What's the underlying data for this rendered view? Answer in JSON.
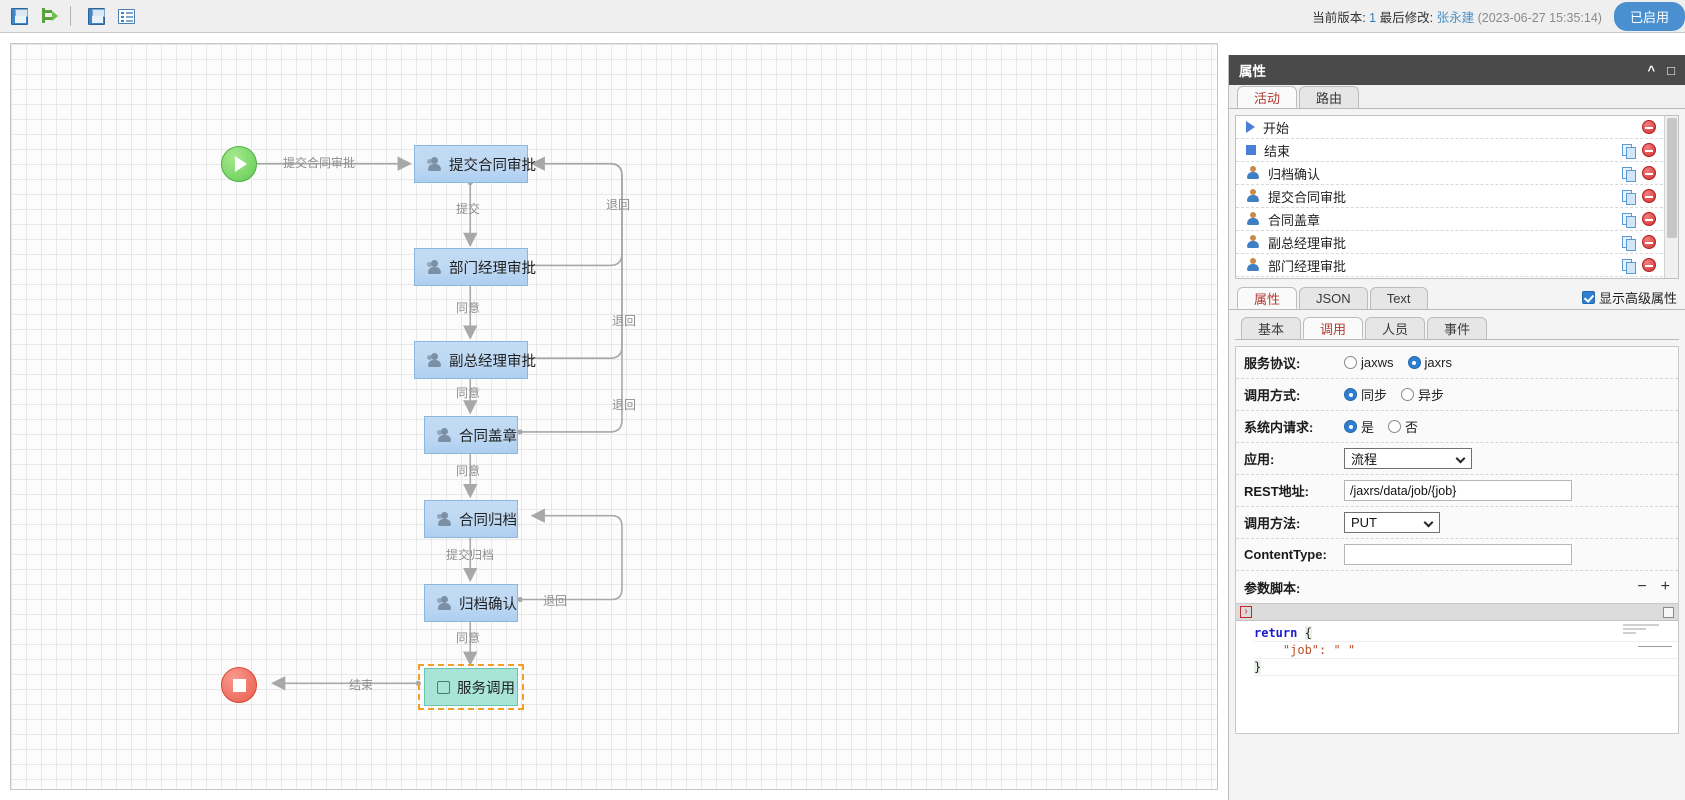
{
  "toolbar": {
    "buttons": [
      {
        "name": "save-button",
        "icon": "save-icon",
        "title": "保存"
      },
      {
        "name": "deploy-button",
        "icon": "export-icon",
        "title": "发布"
      },
      {
        "name": "save-as-button",
        "icon": "save-as-icon",
        "title": "另存为"
      },
      {
        "name": "list-button",
        "icon": "list-icon",
        "title": "列表"
      }
    ],
    "version_prefix": "当前版本:",
    "version_number": "1",
    "modified_prefix": "最后修改:",
    "modified_user": "张永建",
    "modified_date": "(2023-06-27 15:35:14)",
    "status_pill": "已启用"
  },
  "diagram": {
    "start_node": {
      "label": "",
      "icon": "play-icon"
    },
    "end_node": {
      "label": "",
      "icon": "stop-icon"
    },
    "nodes": [
      {
        "id": "n1",
        "label": "提交合同审批",
        "type": "user-task"
      },
      {
        "id": "n2",
        "label": "部门经理审批",
        "type": "user-task"
      },
      {
        "id": "n3",
        "label": "副总经理审批",
        "type": "user-task"
      },
      {
        "id": "n4",
        "label": "合同盖章",
        "type": "user-task"
      },
      {
        "id": "n5",
        "label": "合同归档",
        "type": "user-task"
      },
      {
        "id": "n6",
        "label": "归档确认",
        "type": "user-task"
      },
      {
        "id": "n7",
        "label": "服务调用",
        "type": "service-task",
        "selected": true
      }
    ],
    "edges": [
      {
        "label": "提交合同审批",
        "from": "start",
        "to": "n1"
      },
      {
        "label": "提交",
        "from": "n1",
        "to": "n2"
      },
      {
        "label": "同意",
        "from": "n2",
        "to": "n3"
      },
      {
        "label": "同意",
        "from": "n3",
        "to": "n4"
      },
      {
        "label": "同意",
        "from": "n4",
        "to": "n5"
      },
      {
        "label": "提交归档",
        "from": "n5",
        "to": "n6"
      },
      {
        "label": "同意",
        "from": "n6",
        "to": "n7"
      },
      {
        "label": "结束",
        "from": "n7",
        "to": "end"
      },
      {
        "label": "退回",
        "from": "n2",
        "to": "n1"
      },
      {
        "label": "退回",
        "from": "n3",
        "to": "n1"
      },
      {
        "label": "退回",
        "from": "n4",
        "to": "n1"
      },
      {
        "label": "退回",
        "from": "n6",
        "to": "n5"
      }
    ]
  },
  "panel": {
    "title": "属性",
    "header_icons": [
      "collapse-icon",
      "maximize-icon"
    ],
    "top_tabs": [
      {
        "label": "活动",
        "active": true
      },
      {
        "label": "路由",
        "active": false
      }
    ],
    "activities": [
      {
        "label": "开始",
        "icon": "start-icon",
        "copy": false,
        "delete": true
      },
      {
        "label": "结束",
        "icon": "end-icon",
        "copy": true,
        "delete": true
      },
      {
        "label": "归档确认",
        "icon": "person-icon",
        "copy": true,
        "delete": true
      },
      {
        "label": "提交合同审批",
        "icon": "person-icon",
        "copy": true,
        "delete": true
      },
      {
        "label": "合同盖章",
        "icon": "person-icon",
        "copy": true,
        "delete": true
      },
      {
        "label": "副总经理审批",
        "icon": "person-icon",
        "copy": true,
        "delete": true
      },
      {
        "label": "部门经理审批",
        "icon": "person-icon",
        "copy": true,
        "delete": true
      }
    ],
    "mid_tabs": [
      {
        "label": "属性",
        "active": true
      },
      {
        "label": "JSON",
        "active": false
      },
      {
        "label": "Text",
        "active": false
      }
    ],
    "advanced_checkbox": {
      "label": "显示高级属性",
      "checked": true
    },
    "sub_tabs": [
      {
        "label": "基本",
        "active": false
      },
      {
        "label": "调用",
        "active": true
      },
      {
        "label": "人员",
        "active": false
      },
      {
        "label": "事件",
        "active": false
      }
    ],
    "form": {
      "protocol": {
        "label": "服务协议:",
        "options": [
          {
            "label": "jaxws",
            "selected": false
          },
          {
            "label": "jaxrs",
            "selected": true
          }
        ]
      },
      "invoke_mode": {
        "label": "调用方式:",
        "options": [
          {
            "label": "同步",
            "selected": true
          },
          {
            "label": "异步",
            "selected": false
          }
        ]
      },
      "internal_request": {
        "label": "系统内请求:",
        "options": [
          {
            "label": "是",
            "selected": true
          },
          {
            "label": "否",
            "selected": false
          }
        ]
      },
      "application": {
        "label": "应用:",
        "value": "流程"
      },
      "rest_url": {
        "label": "REST地址:",
        "value": "/jaxrs/data/job/{job}"
      },
      "invoke_method": {
        "label": "调用方法:",
        "value": "PUT"
      },
      "content_type": {
        "label": "ContentType:",
        "value": "",
        "placeholder": ""
      },
      "param_script": {
        "label": "参数脚本:",
        "minus": "−",
        "plus": "+"
      }
    },
    "code": {
      "line1_kw": "return",
      "line1_brace": "{",
      "line2": "\"job\": \" \"",
      "line3": "}"
    }
  }
}
